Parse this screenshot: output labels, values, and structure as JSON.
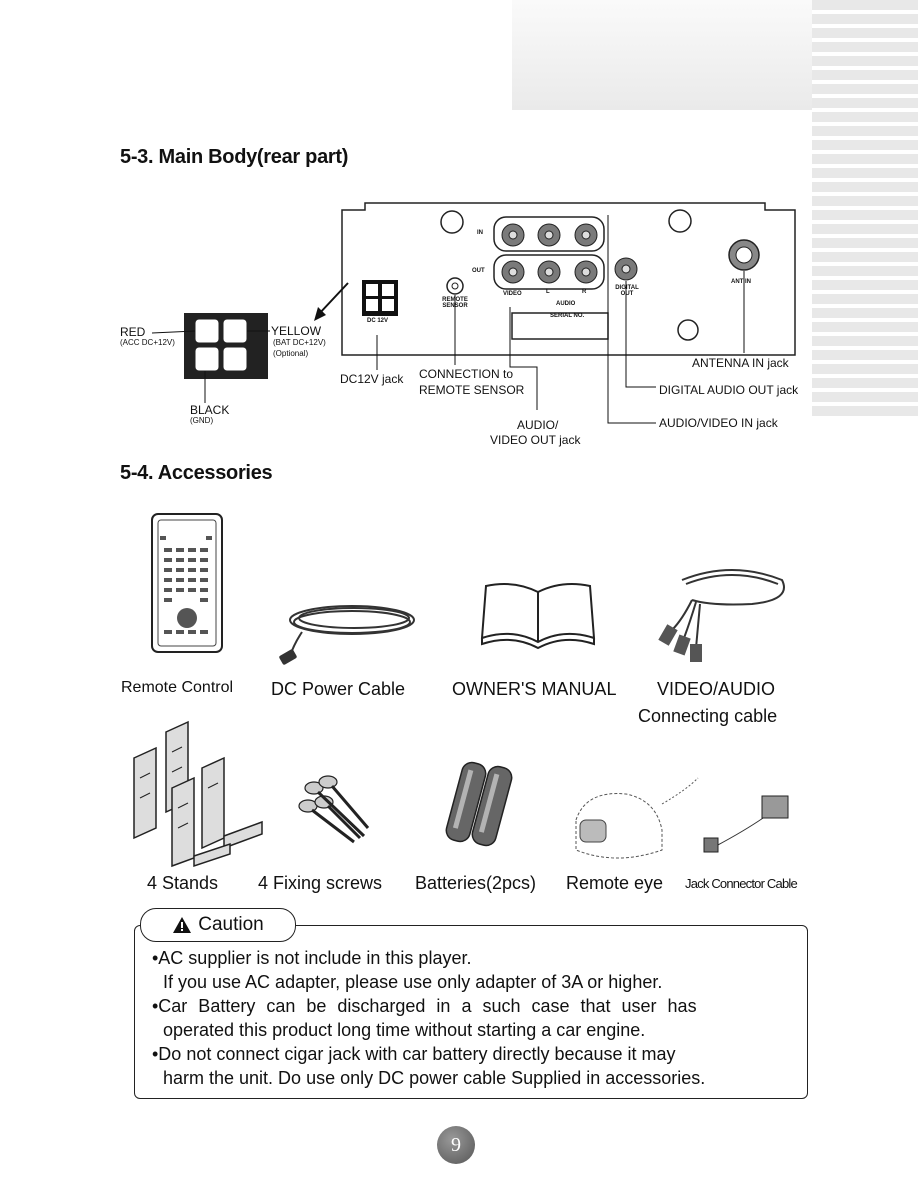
{
  "section_rear": {
    "title": "5-3. Main Body(rear part)",
    "panel_labels": {
      "in": "IN",
      "out": "OUT",
      "video": "VIDEO",
      "audio_l": "L",
      "audio_r": "R",
      "audio": "AUDIO",
      "serial_no": "SERIAL NO.",
      "digital_out": "DIGITAL OUT",
      "ant_in": "ANT IN",
      "remote_sensor": "REMOTE SENSOR",
      "dc12v": "DC 12V"
    },
    "wire_labels": {
      "red": "RED",
      "red_sub": "(ACC DC+12V)",
      "yellow": "YELLOW",
      "yellow_sub": "(BAT DC+12V)",
      "yellow_opt": "(Optional)",
      "black": "BLACK",
      "black_sub": "(GND)"
    },
    "callouts": {
      "dc12v_jack": "DC12V jack",
      "remote_line1": "CONNECTION to",
      "remote_line2": "REMOTE SENSOR",
      "av_out_line1": "AUDIO/",
      "av_out_line2": "VIDEO OUT jack",
      "antenna": "ANTENNA IN jack",
      "digital_audio": "DIGITAL AUDIO OUT jack",
      "av_in": "AUDIO/VIDEO IN jack"
    }
  },
  "section_acc": {
    "title": "5-4. Accessories",
    "row1": [
      "Remote Control",
      "DC Power Cable",
      "OWNER'S MANUAL",
      "VIDEO/AUDIO"
    ],
    "row1_extra": "Connecting cable",
    "row2": [
      "4 Stands",
      "4 Fixing screws",
      "Batteries(2pcs)",
      "Remote eye",
      "Jack Connector Cable"
    ]
  },
  "caution": {
    "title": "Caution",
    "lines": [
      "•AC supplier is not include in this player.",
      "If you use AC adapter, please use only adapter of 3A or higher.",
      "•Car Battery can be discharged in a such case that user has",
      "operated this product long time without starting a car engine.",
      "•Do not connect cigar jack with car battery directly because it may",
      "harm the unit. Do use only DC power cable Supplied in accessories."
    ]
  },
  "page_number": "9"
}
